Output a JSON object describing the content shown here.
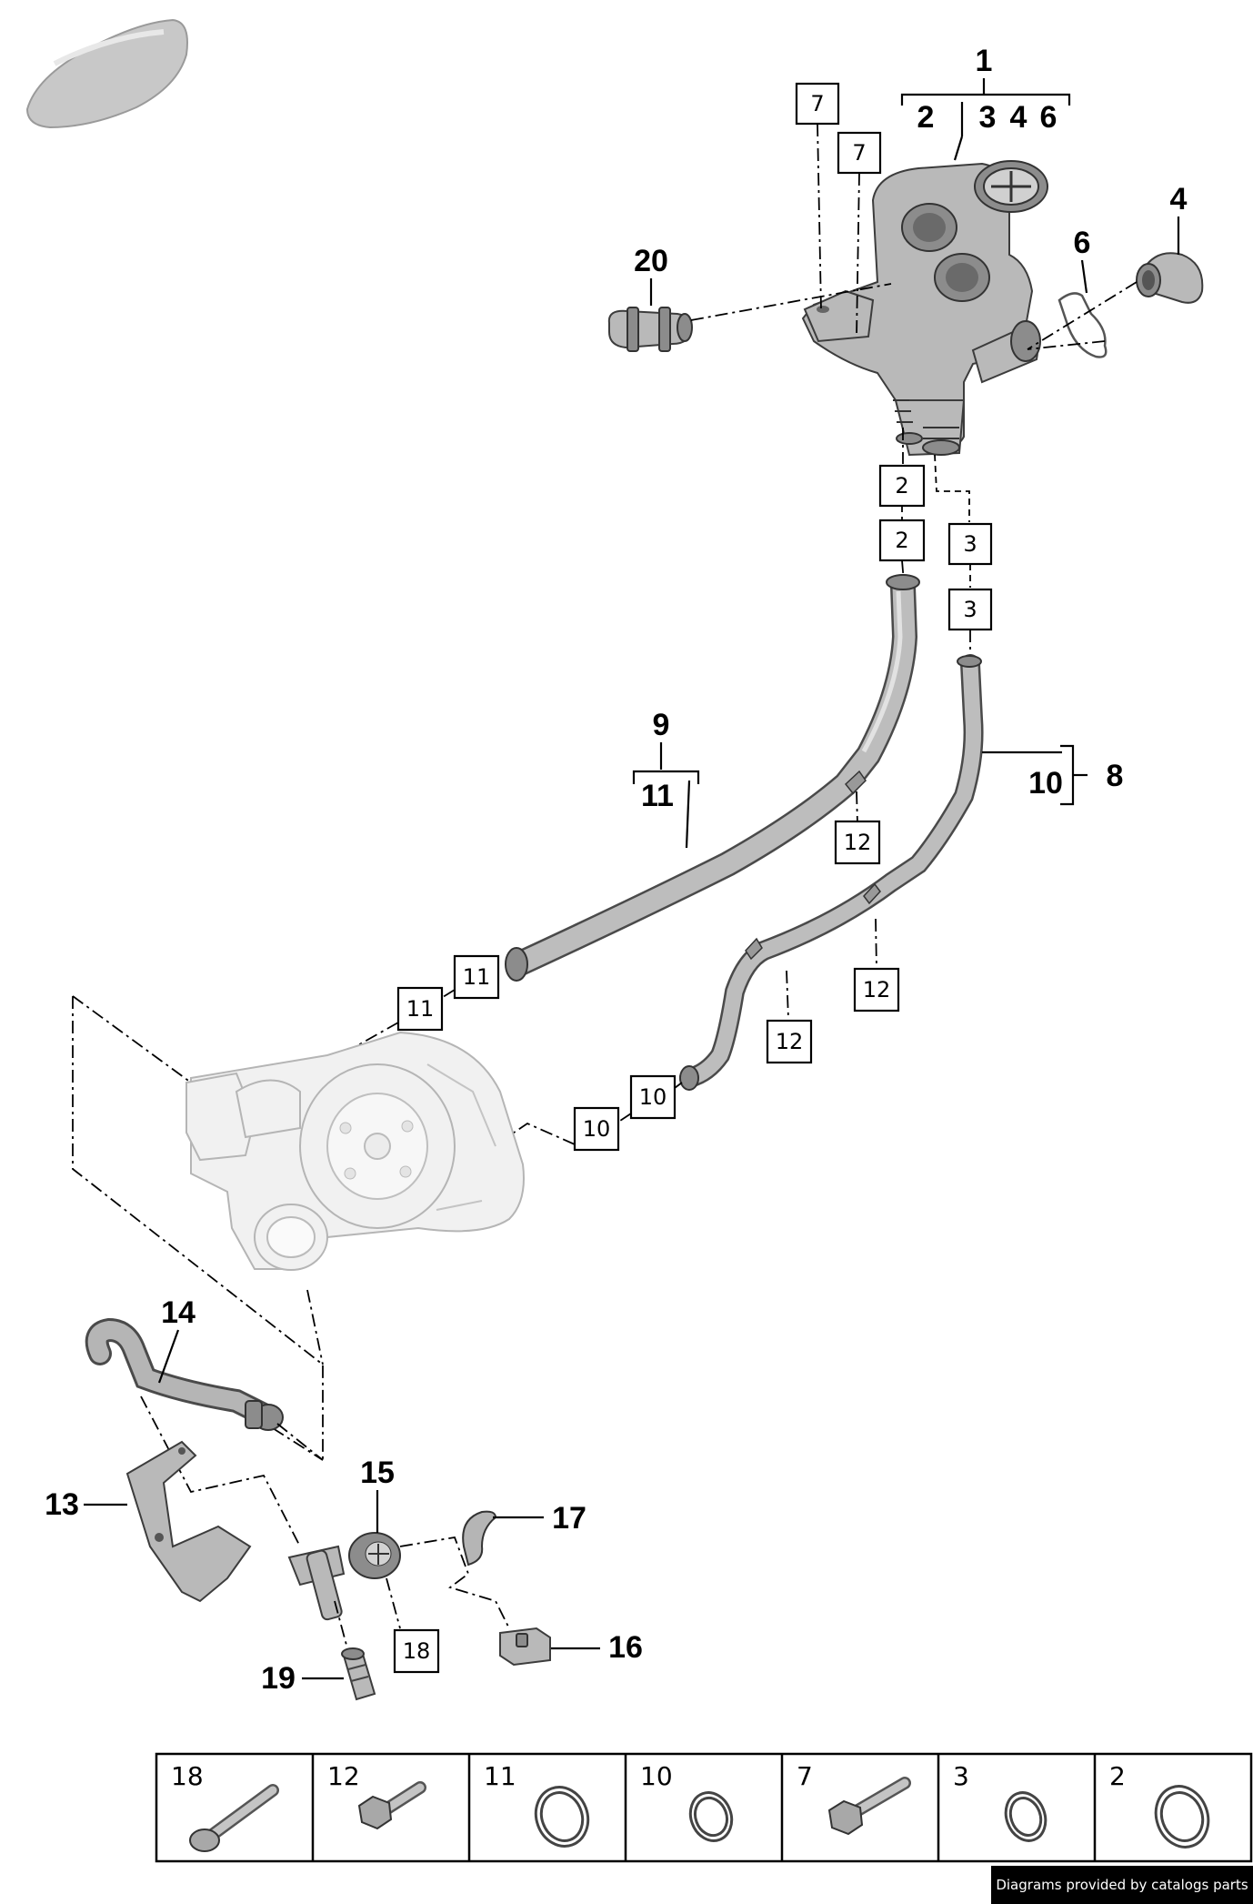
{
  "callouts": {
    "c1": "1",
    "c2": "2",
    "c3": "3",
    "c4a": "4",
    "c6a": "6",
    "c4": "4",
    "c6": "6",
    "c20": "20",
    "c9": "9",
    "c11": "11",
    "c10": "10",
    "c8": "8",
    "c14": "14",
    "c13": "13",
    "c15": "15",
    "c17": "17",
    "c16": "16",
    "c19": "19"
  },
  "boxed_refs": {
    "b7a": "7",
    "b7b": "7",
    "b2a": "2",
    "b2b": "2",
    "b3a": "3",
    "b3b": "3",
    "b12a": "12",
    "b12b": "12",
    "b12c": "12",
    "b11a": "11",
    "b11b": "11",
    "b10a": "10",
    "b10b": "10",
    "b18": "18"
  },
  "parts_table": [
    {
      "label": "18",
      "kind": "bolt"
    },
    {
      "label": "12",
      "kind": "hex-bolt"
    },
    {
      "label": "11",
      "kind": "ring"
    },
    {
      "label": "10",
      "kind": "ring"
    },
    {
      "label": "7",
      "kind": "hex-bolt"
    },
    {
      "label": "3",
      "kind": "ring"
    },
    {
      "label": "2",
      "kind": "ring"
    }
  ],
  "footer": "Diagrams provided by catalogs parts"
}
